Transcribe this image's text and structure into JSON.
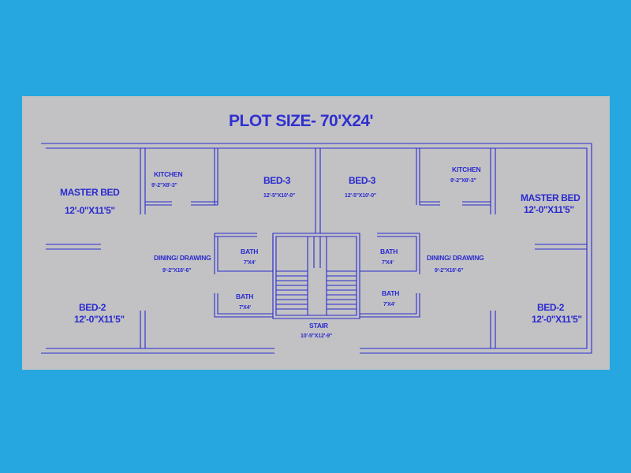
{
  "title": "PLOT SIZE- 70'X24'",
  "rooms": {
    "left_master": {
      "name": "MASTER BED",
      "size": "12'-0\"X11'5\""
    },
    "left_kitchen": {
      "name": "KITCHEN",
      "size": "9'-2\"X8'-3\""
    },
    "left_bed3": {
      "name": "BED-3",
      "size": "12'-5\"X10'-0\""
    },
    "left_dining": {
      "name": "DINING/ DRAWING",
      "size": "9'-2\"X16'-6\""
    },
    "left_bath_upper": {
      "name": "BATH",
      "size": "7'X4'"
    },
    "left_bath_lower": {
      "name": "BATH",
      "size": "7'X4'"
    },
    "left_bed2": {
      "name": "BED-2",
      "size": "12'-0\"X11'5\""
    },
    "stair": {
      "name": "STAIR",
      "size": "10'-5\"X12'-9\""
    },
    "right_bed3": {
      "name": "BED-3",
      "size": "12'-5\"X10'-0\""
    },
    "right_kitchen": {
      "name": "KITCHEN",
      "size": "9'-2\"X8'-3\""
    },
    "right_master": {
      "name": "MASTER BED",
      "size": "12'-0\"X11'5\""
    },
    "right_bath_upper": {
      "name": "BATH",
      "size": "7'X4'"
    },
    "right_bath_lower": {
      "name": "BATH",
      "size": "7'X4'"
    },
    "right_dining": {
      "name": "DINING/ DRAWING",
      "size": "9'-2\"X16'-6\""
    },
    "right_bed2": {
      "name": "BED-2",
      "size": "12'-0\"X11'5\""
    }
  }
}
